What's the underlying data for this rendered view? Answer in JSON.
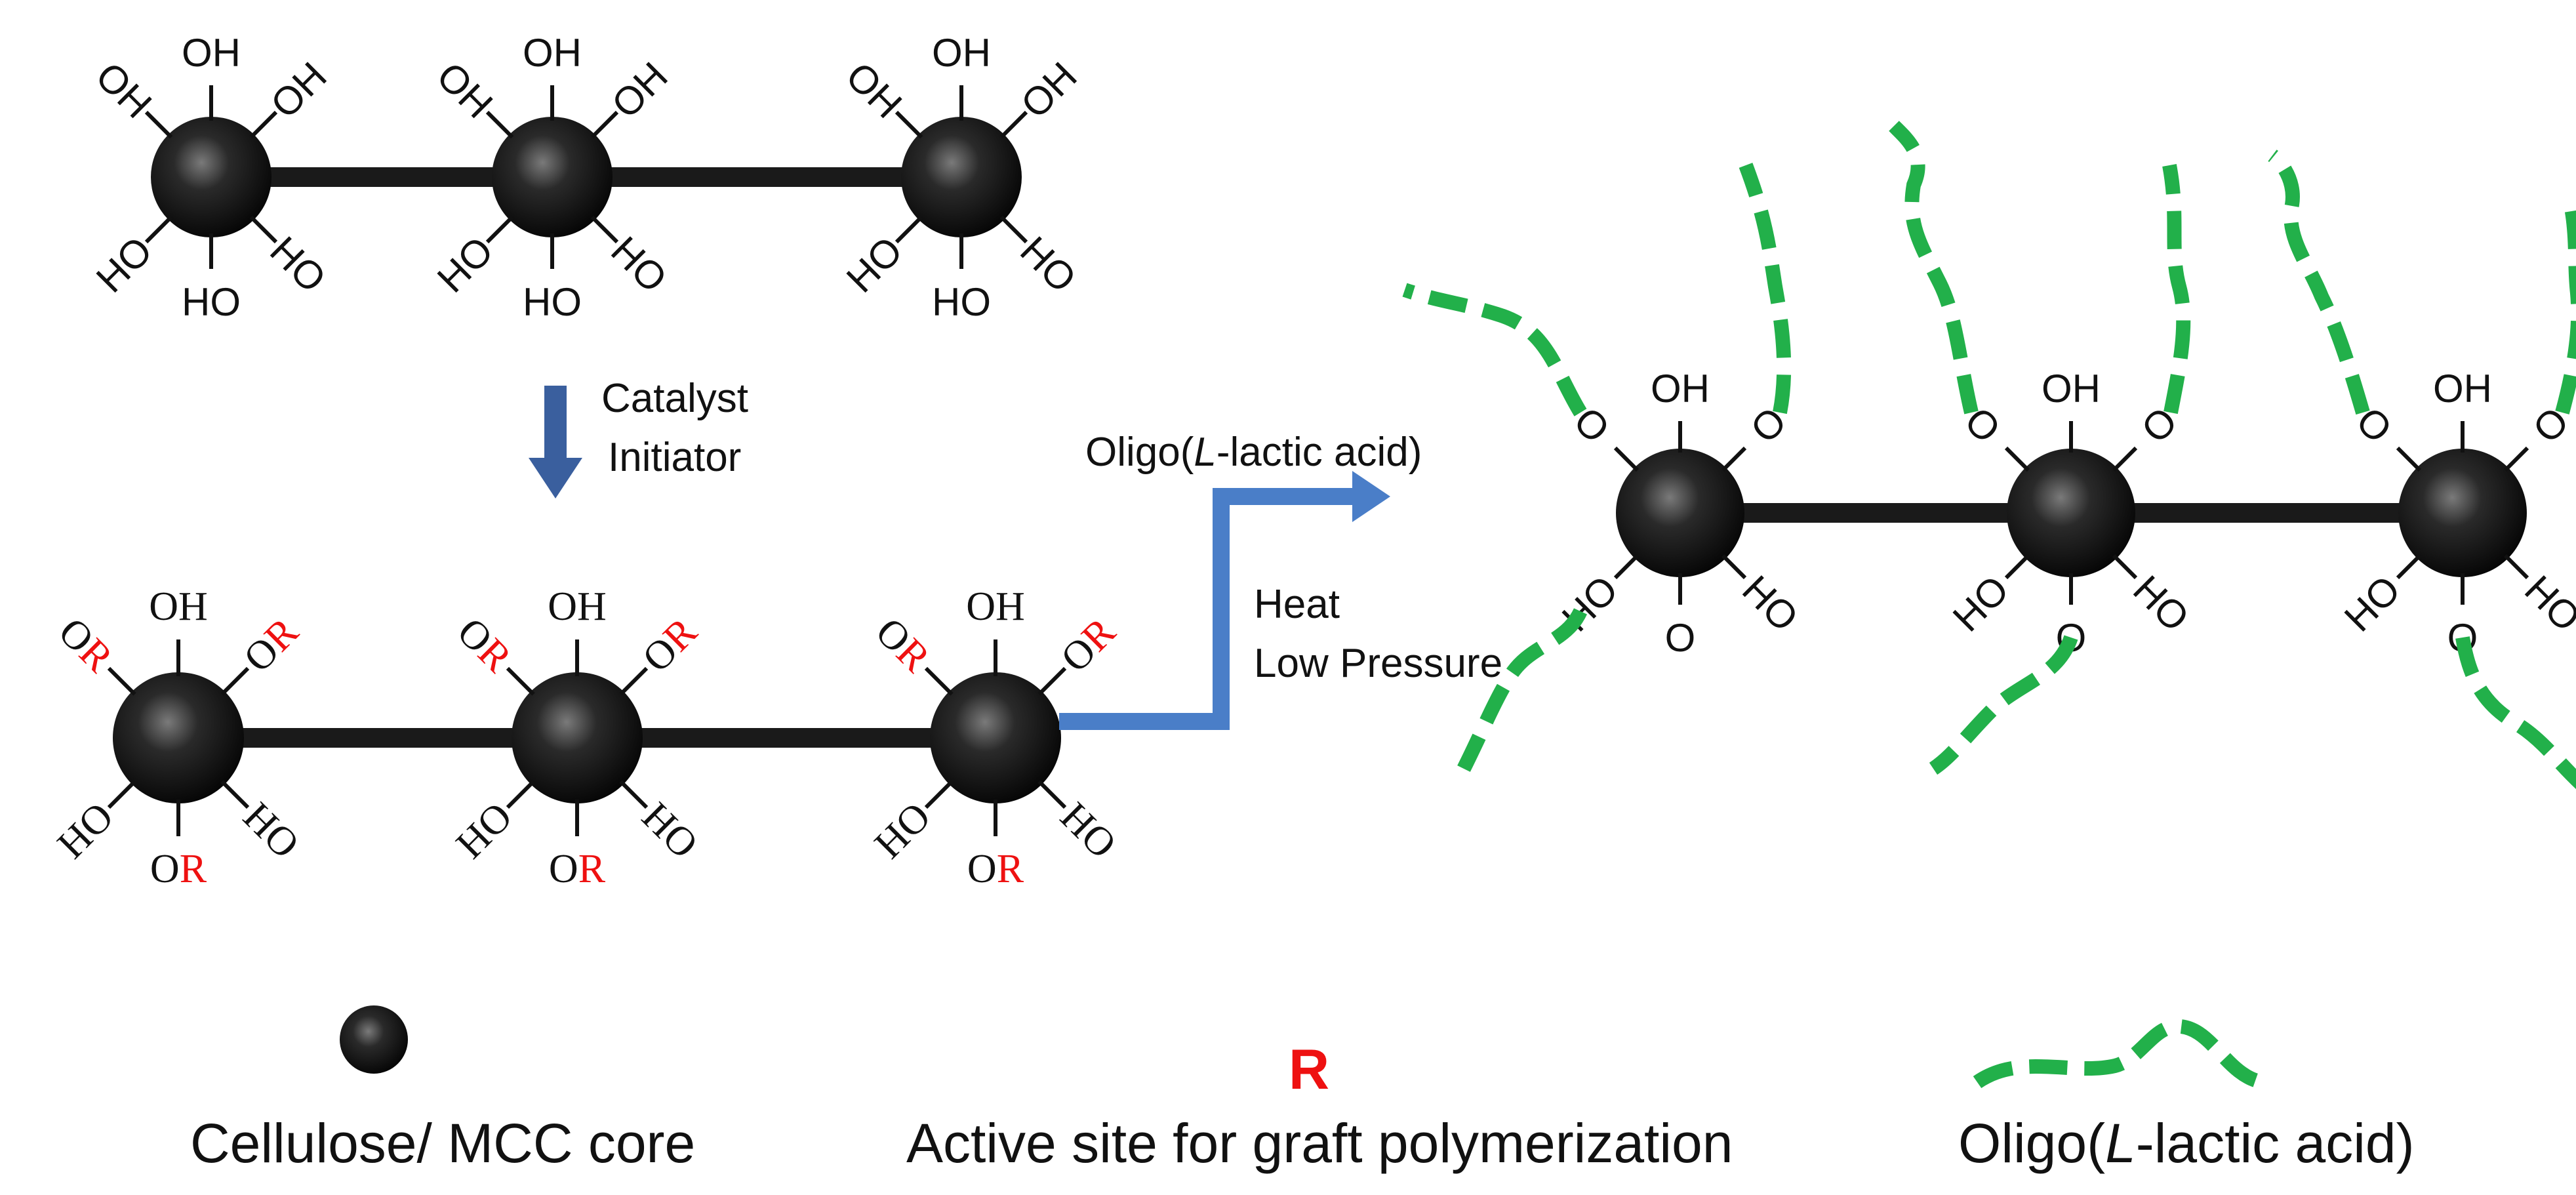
{
  "reaction": {
    "step1_conditions": [
      "Catalyst",
      "Initiator"
    ],
    "step2_reagent": {
      "prefix": "Oligo(",
      "italic": "L",
      "suffix": "-lactic acid)"
    },
    "step2_conditions": [
      "Heat",
      "Low Pressure"
    ]
  },
  "labels": {
    "hydroxyl": "OH",
    "hydroxyl_rev": "HO",
    "oxygen": "O",
    "active_site": "R"
  },
  "legend": {
    "core": "Cellulose/ MCC core",
    "active_site_symbol": "R",
    "active_site": "Active site for graft polymerization",
    "chain": {
      "prefix": "Oligo(",
      "italic": "L",
      "suffix": "-lactic acid)"
    }
  },
  "colors": {
    "sphere": "#111111",
    "bond": "#1a1a1a",
    "active_site": "#ee1111",
    "oligomer": "#22b04a",
    "arrow_down": "#3a5f9e",
    "arrow_step": "#4a7ec8"
  }
}
